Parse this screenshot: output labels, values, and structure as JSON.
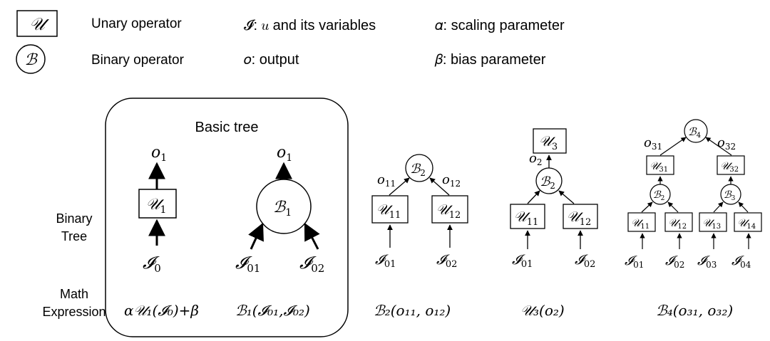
{
  "legend": {
    "unary_symbol": "𝒰",
    "unary_label": "Unary operator",
    "binary_symbol": "ℬ",
    "binary_label": "Binary operator",
    "input_def": "𝓘: 𝑢 and its variables",
    "output_def": "𝑜: output",
    "alpha_def": "𝛼: scaling parameter",
    "beta_def": "𝛽: bias parameter"
  },
  "rows": {
    "binary_tree_line1": "Binary",
    "binary_tree_line2": "Tree",
    "math_line1": "Math",
    "math_line2": "Expression"
  },
  "basic_tree_title": "Basic tree",
  "trees": {
    "t1": {
      "out": "o",
      "out_sub": "1",
      "node": "𝒰",
      "node_sub": "1",
      "in": "𝓘",
      "in_sub": "0",
      "expr": "𝛼𝒰₁(𝓘₀)+𝛽"
    },
    "t2": {
      "out": "o",
      "out_sub": "1",
      "node": "ℬ",
      "node_sub": "1",
      "in_a": "𝓘",
      "in_a_sub": "01",
      "in_b": "𝓘",
      "in_b_sub": "02",
      "expr": "ℬ₁(𝓘₀₁,𝓘₀₂)"
    },
    "t3": {
      "root": "ℬ",
      "root_sub": "2",
      "o_a": "o",
      "o_a_sub": "11",
      "o_b": "o",
      "o_b_sub": "12",
      "u_a": "𝒰",
      "u_a_sub": "11",
      "u_b": "𝒰",
      "u_b_sub": "12",
      "in_a": "𝓘",
      "in_a_sub": "01",
      "in_b": "𝓘",
      "in_b_sub": "02",
      "expr": "ℬ₂(𝑜₁₁, 𝑜₁₂)"
    },
    "t4": {
      "top": "𝒰",
      "top_sub": "3",
      "o": "o",
      "o_sub": "2",
      "mid": "ℬ",
      "mid_sub": "2",
      "u_a": "𝒰",
      "u_a_sub": "11",
      "u_b": "𝒰",
      "u_b_sub": "12",
      "in_a": "𝓘",
      "in_a_sub": "01",
      "in_b": "𝓘",
      "in_b_sub": "02",
      "expr": "𝒰₃(𝑜₂)"
    },
    "t5": {
      "root": "ℬ",
      "root_sub": "4",
      "o_a": "o",
      "o_a_sub": "31",
      "o_b": "o",
      "o_b_sub": "32",
      "u31": "𝒰",
      "u31_sub": "31",
      "u32": "𝒰",
      "u32_sub": "32",
      "b2": "ℬ",
      "b2_sub": "2",
      "b3": "ℬ",
      "b3_sub": "3",
      "u11": "𝒰",
      "u11_sub": "11",
      "u12": "𝒰",
      "u12_sub": "12",
      "u13": "𝒰",
      "u13_sub": "13",
      "u14": "𝒰",
      "u14_sub": "14",
      "i1": "𝓘",
      "i1_sub": "01",
      "i2": "𝓘",
      "i2_sub": "02",
      "i3": "𝓘",
      "i3_sub": "03",
      "i4": "𝓘",
      "i4_sub": "04",
      "expr": "ℬ₄(𝑜₃₁, 𝑜₃₂)"
    }
  }
}
